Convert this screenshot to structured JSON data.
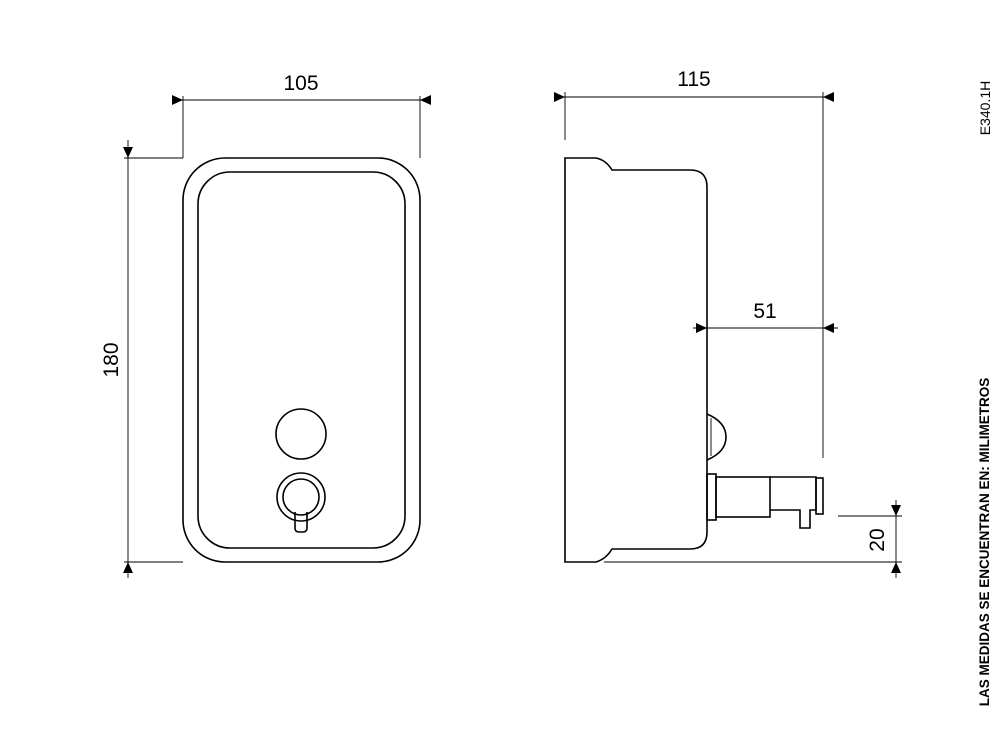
{
  "dimensions": {
    "front_width": "105",
    "front_height": "180",
    "side_depth": "115",
    "nozzle_depth": "51",
    "nozzle_height": "20"
  },
  "drawing_code": "E340.1H",
  "units_note": "LAS MEDIDAS SE ENCUENTRAN EN: MILIMETROS",
  "colors": {
    "line": "#000000",
    "background": "#ffffff"
  }
}
